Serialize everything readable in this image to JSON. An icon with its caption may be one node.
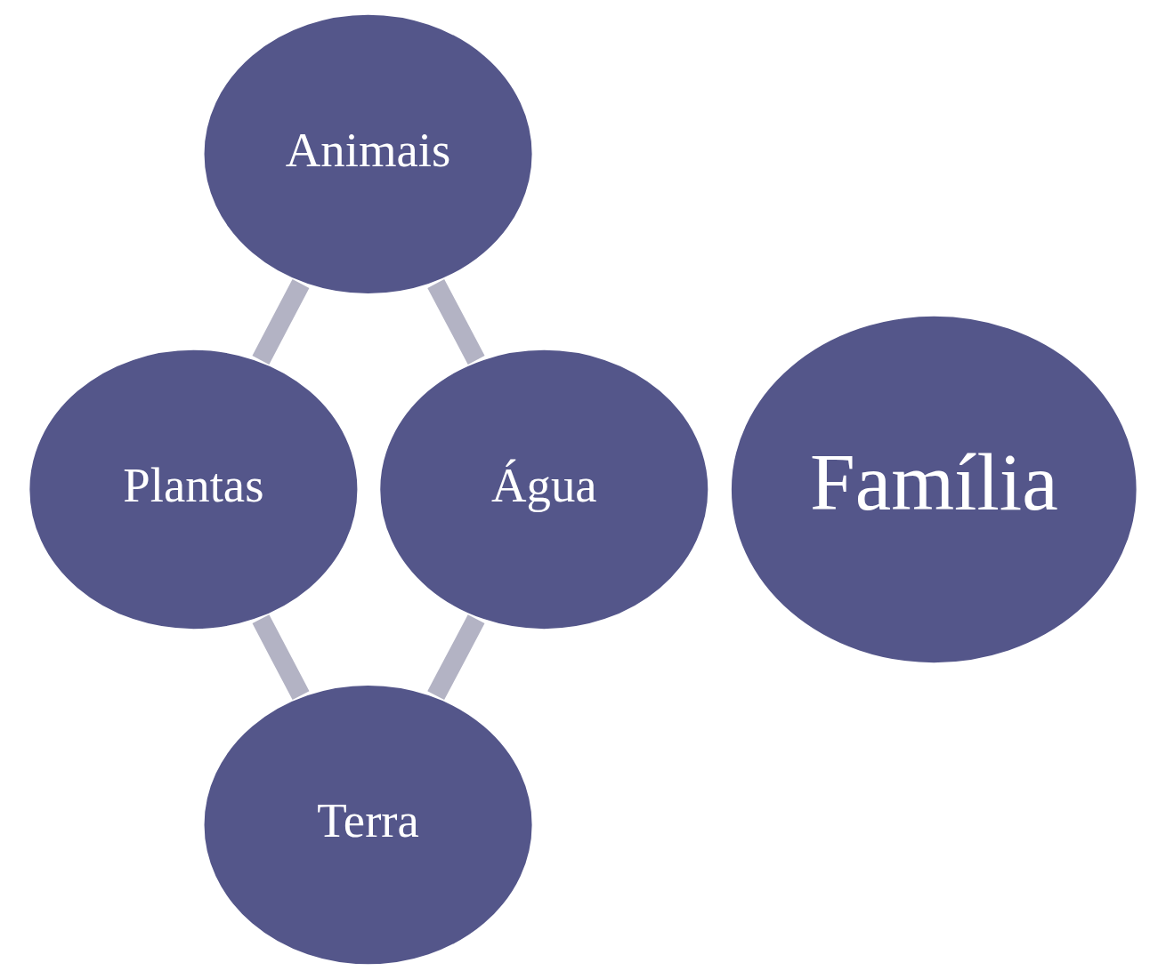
{
  "diagram": {
    "nodes": [
      {
        "text": [
          "Família"
        ]
      },
      {
        "text": [
          "Animais"
        ]
      },
      {
        "text": [
          "Plantas"
        ]
      },
      {
        "text": [
          "Terra"
        ]
      },
      {
        "text": [
          "Água"
        ]
      }
    ],
    "edges": [
      {
        "from": 1,
        "to": 2,
        "arrow": "none"
      },
      {
        "from": 2,
        "to": 3,
        "arrow": "none"
      },
      {
        "from": 3,
        "to": 4,
        "arrow": "none"
      },
      {
        "from": 4,
        "to": 1,
        "arrow": "none"
      }
    ]
  }
}
